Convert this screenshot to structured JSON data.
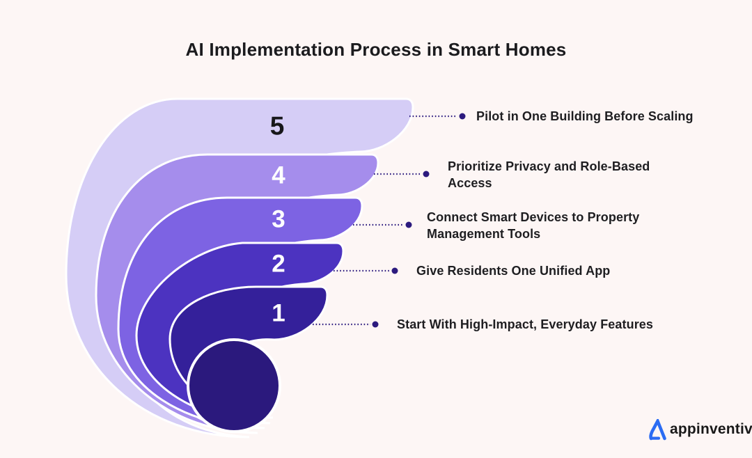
{
  "title": "AI Implementation Process in Smart Homes",
  "steps": [
    {
      "number": "5",
      "label_lines": [
        "Pilot in One Building Before Scaling"
      ],
      "color": "#d5cdf6",
      "number_color": "#17171a"
    },
    {
      "number": "4",
      "label_lines": [
        "Prioritize Privacy and Role-Based",
        "Access"
      ],
      "color": "#a58dec",
      "number_color": "#ffffff"
    },
    {
      "number": "3",
      "label_lines": [
        "Connect Smart Devices to Property",
        "Management Tools"
      ],
      "color": "#7d63e3",
      "number_color": "#ffffff"
    },
    {
      "number": "2",
      "label_lines": [
        "Give Residents One Unified App"
      ],
      "color": "#4c33c0",
      "number_color": "#ffffff"
    },
    {
      "number": "1",
      "label_lines": [
        "Start With High-Impact, Everyday Features"
      ],
      "color": "#34209a",
      "number_color": "#ffffff"
    }
  ],
  "center_circle_color": "#2b197d",
  "connector_color": "#2c1a7e",
  "separator_color": "#ffffff",
  "background_color": "#fdf6f5",
  "title_color": "#1b1b1e",
  "label_color": "#1e1e21",
  "logo": {
    "text": "appinventiv",
    "mark": "triangle-a-icon",
    "mark_color": "#2b6cf3",
    "text_color": "#191919"
  }
}
